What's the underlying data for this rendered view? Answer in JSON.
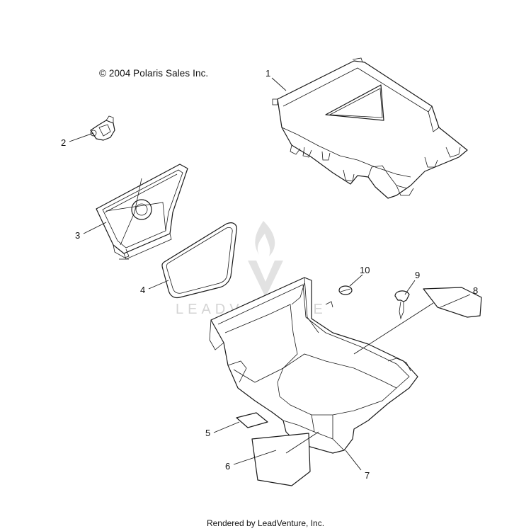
{
  "copyright": "© 2004 Polaris Sales Inc.",
  "footer": "Rendered by LeadVenture, Inc.",
  "watermark": {
    "text": "LEADVENTURE",
    "color": "#d4d4d4"
  },
  "callouts": [
    "1",
    "2",
    "3",
    "4",
    "5",
    "6",
    "7",
    "8",
    "9",
    "10"
  ],
  "colors": {
    "line": "#1a1a1a",
    "background": "#ffffff"
  }
}
